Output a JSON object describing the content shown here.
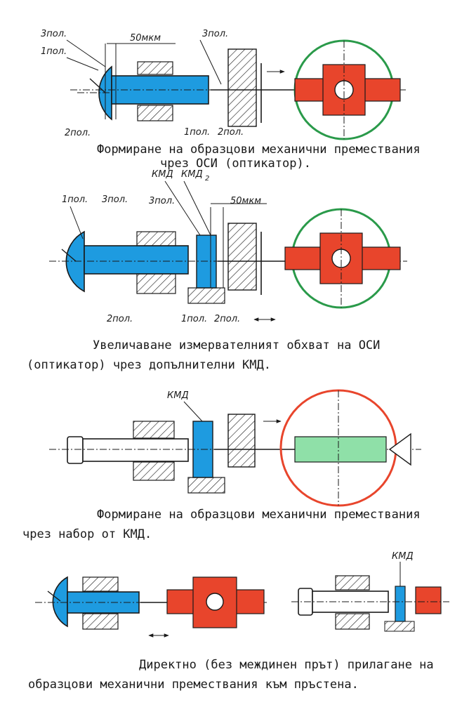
{
  "colors": {
    "gauge_blue": "#1e9be0",
    "ring_red": "#e8452c",
    "ring_green": "#2a9a4a",
    "scale_green": "#8fe0a8",
    "ink": "#1a1a1a"
  },
  "fig1": {
    "labels": {
      "pos3_left": "3пол.",
      "pos1_left": "1пол.",
      "gap": "50мкм",
      "pos3_right": "3пол.",
      "pos2_left": "2пол.",
      "pos1_bottom": "1пол.",
      "pos2_bottom": "2пол."
    },
    "caption": [
      "Формиране на образцови механични премествания",
      "чрез ОСИ (оптикатор)."
    ]
  },
  "fig2": {
    "labels": {
      "kmd": "КМД",
      "kmd2": "КМД",
      "kmd2_sub": "2",
      "pos1": "1пол.",
      "pos3": "3пол.",
      "pos3_mid": "3пол.",
      "gap": "50мкм",
      "pos2": "2пол.",
      "pos1_bottom": "1пол.",
      "pos2_bottom": "2пол."
    },
    "caption": [
      "Увеличаване измервателният обхват на ОСИ",
      "(оптикатор) чрез допълнителни КМД."
    ]
  },
  "fig3": {
    "labels": {
      "kmd": "КМД"
    },
    "caption": [
      "Формиране на образцови механични премествания",
      "чрез набор от КМД."
    ]
  },
  "fig4": {
    "labels": {
      "kmd": "КМД"
    },
    "caption": [
      "Директно (без междинен прът) прилагане на",
      "образцови механични премествания към пръстена."
    ]
  },
  "icons": [
    "dial-gauge-icon",
    "ring-icon",
    "gauge-block-icon",
    "clamp-icon",
    "arrow-icon"
  ]
}
